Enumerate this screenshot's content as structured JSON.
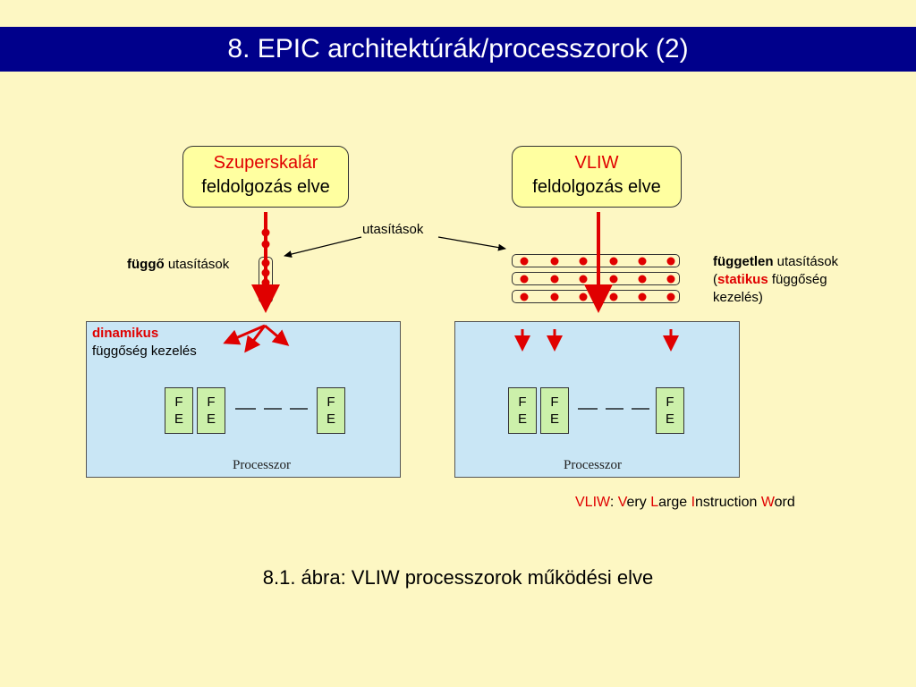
{
  "title": "8. EPIC architektúrák/processzorok (2)",
  "left": {
    "box_line1": "Szuperskalár",
    "box_line2": "feldolgozás elve",
    "dep_bold": "függő",
    "dep_rest": " utasítások",
    "dyn_bold": "dinamikus",
    "dyn_rest": "függőség kezelés",
    "processor_label": "Processzor"
  },
  "right": {
    "box_line1": "VLIW",
    "box_line2": "feldolgozás elve",
    "indep_bold": "független",
    "indep_rest": " utasítások",
    "paren_open": "(",
    "static_bold": "statikus",
    "static_rest": " függőség",
    "handling": "kezelés)",
    "processor_label": "Processzor"
  },
  "instructions_label": "utasítások",
  "fe_unit": {
    "f": "F",
    "e": "E"
  },
  "acronym": {
    "v": "V",
    "rest1": "LIW: ",
    "v2": "V",
    "rest2": "ery ",
    "l": "L",
    "rest3": "arge ",
    "i": "I",
    "rest4": "nstruction ",
    "w": "W",
    "rest5": "ord"
  },
  "caption": "8.1. ábra: VLIW processzorok működési elve",
  "colors": {
    "accent_red": "#e00000",
    "title_bg": "#00008b",
    "page_bg": "#fdf7c3"
  }
}
